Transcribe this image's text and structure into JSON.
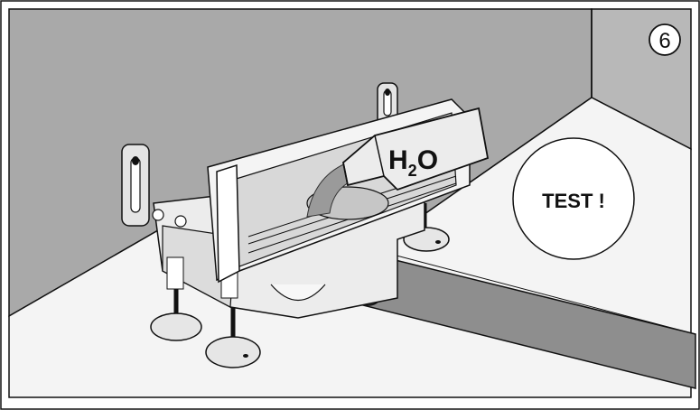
{
  "step": {
    "number": "6"
  },
  "bottle": {
    "label_main": "H",
    "label_sub": "2",
    "label_end": "O"
  },
  "callout": {
    "text": "TEST !"
  },
  "colors": {
    "wall": "#a9a9a9",
    "wall_right": "#b8b8b8",
    "floor": "#f2f2f2",
    "pipe": "#8e8e8e",
    "water": "#9a9a9a",
    "outline": "#111111"
  }
}
